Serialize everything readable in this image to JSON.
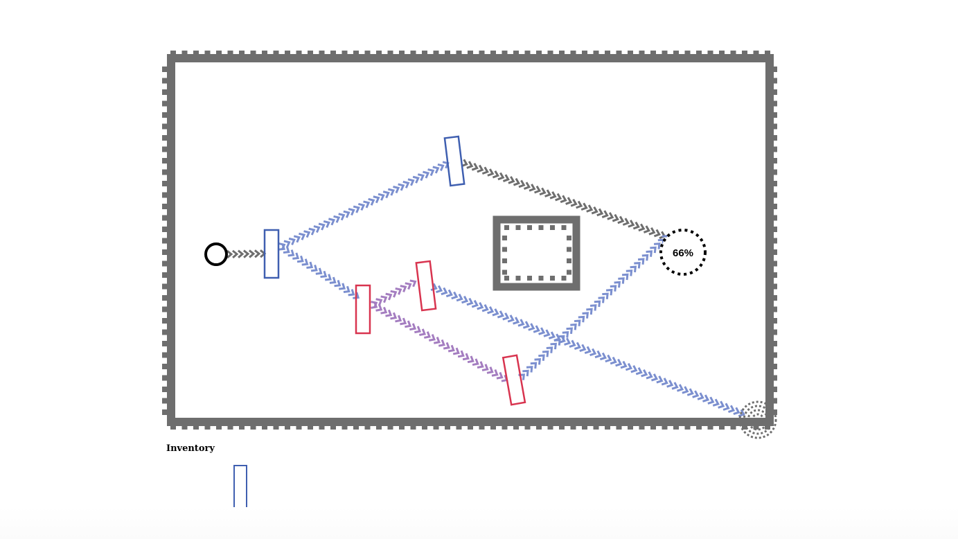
{
  "goal": {
    "progress_label": "66%",
    "progress": 0.66
  },
  "inventory": {
    "label": "Inventory",
    "items": [
      {
        "type": "mirror",
        "color": "blue"
      }
    ]
  },
  "colors": {
    "wall": "#6e6e6e",
    "beam_blue": "#7b8fcf",
    "beam_purple": "#a47dc0",
    "beam_gray": "#6e6e6e",
    "mirror_blue": "#3f5fb0",
    "mirror_red": "#d8344f",
    "emitter": "#000000"
  },
  "mirrors": [
    {
      "id": "mirror-1",
      "color": "blue"
    },
    {
      "id": "mirror-2",
      "color": "blue"
    },
    {
      "id": "mirror-3",
      "color": "red"
    },
    {
      "id": "mirror-4",
      "color": "red"
    },
    {
      "id": "mirror-5",
      "color": "red"
    }
  ],
  "beams": [
    {
      "from": "emitter",
      "to": "mirror-1",
      "color": "gray"
    },
    {
      "from": "mirror-1",
      "to": "mirror-2",
      "color": "blue"
    },
    {
      "from": "mirror-2",
      "to": "goal",
      "color": "gray"
    },
    {
      "from": "mirror-1",
      "to": "mirror-3",
      "color": "blue"
    },
    {
      "from": "mirror-3",
      "to": "mirror-4",
      "color": "purple"
    },
    {
      "from": "mirror-3",
      "to": "mirror-5",
      "color": "purple"
    },
    {
      "from": "mirror-4",
      "to": "sink",
      "color": "blue"
    },
    {
      "from": "mirror-5",
      "to": "goal",
      "color": "blue"
    }
  ]
}
